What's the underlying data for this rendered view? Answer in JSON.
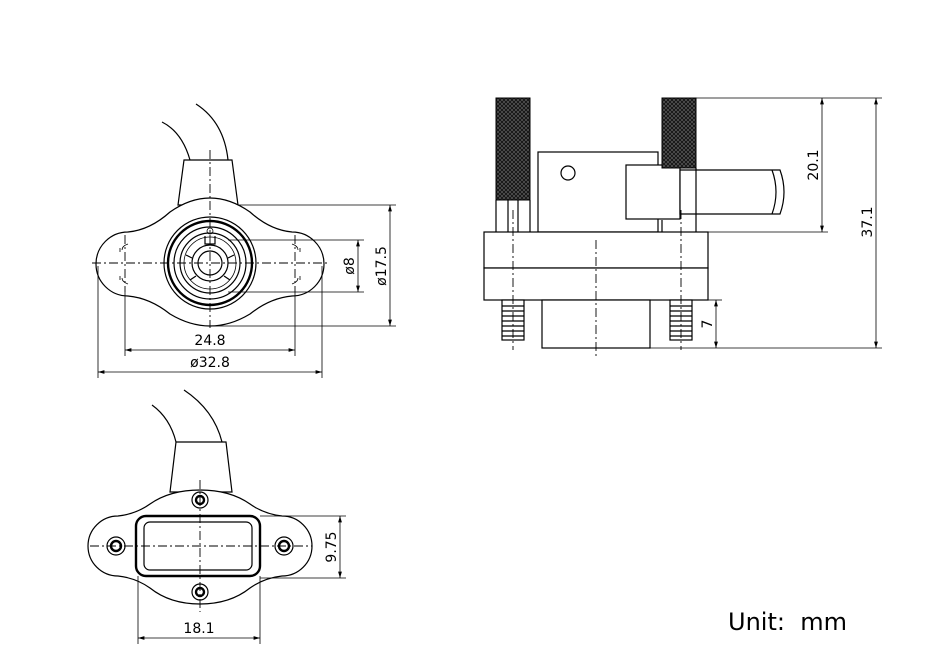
{
  "dimensions": {
    "hole_spacing": "24.8",
    "flange_diameter": "ø32.8",
    "bore_diameter": "ø8",
    "body_diameter": "ø17.5",
    "cable_height": "20.1",
    "total_height": "37.1",
    "stud_length": "7",
    "window_height": "9.75",
    "window_width": "18.1"
  },
  "unit_label": "Unit:  mm"
}
